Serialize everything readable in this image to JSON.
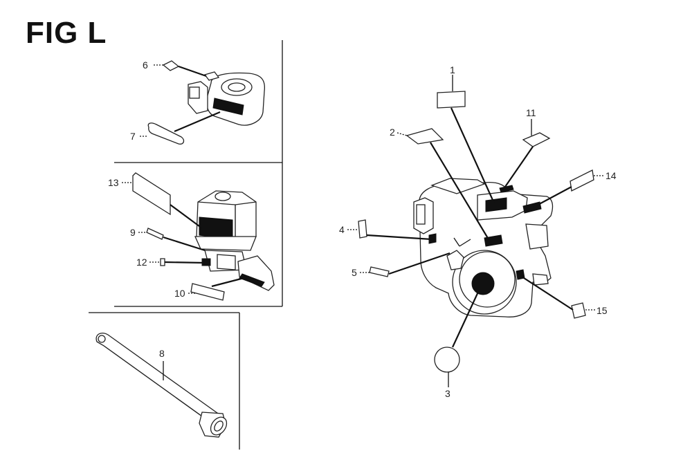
{
  "figure": {
    "title": "FIG L"
  },
  "callouts": {
    "c1": "1",
    "c2": "2",
    "c3": "3",
    "c4": "4",
    "c5": "5",
    "c6": "6",
    "c7": "7",
    "c8": "8",
    "c9": "9",
    "c10": "10",
    "c11": "11",
    "c12": "12",
    "c13": "13",
    "c14": "14",
    "c15": "15"
  }
}
